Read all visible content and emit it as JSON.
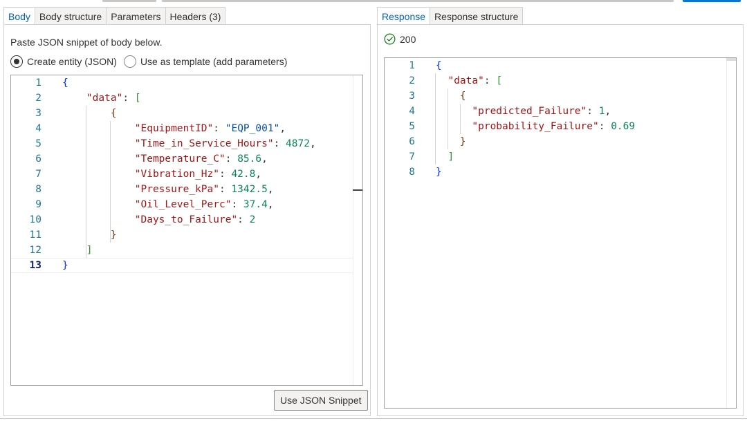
{
  "left_panel": {
    "tabs": [
      {
        "label": "Body",
        "active": true
      },
      {
        "label": "Body structure",
        "active": false
      },
      {
        "label": "Parameters",
        "active": false
      },
      {
        "label": "Headers (3)",
        "active": false
      }
    ],
    "hint": "Paste JSON snippet of body below.",
    "radio_create": {
      "label": "Create entity (JSON)",
      "checked": true
    },
    "radio_template": {
      "label": "Use as template (add parameters)",
      "checked": false
    },
    "editor": {
      "current_line": 13,
      "lines": [
        {
          "n": "1",
          "tokens": [
            [
              "b1",
              "{"
            ]
          ]
        },
        {
          "n": "2",
          "tokens": [
            [
              "p",
              "    "
            ],
            [
              "k",
              "\"data\""
            ],
            [
              "p",
              ": "
            ],
            [
              "b2",
              "["
            ]
          ]
        },
        {
          "n": "3",
          "tokens": [
            [
              "p",
              "        "
            ],
            [
              "b3",
              "{"
            ]
          ]
        },
        {
          "n": "4",
          "tokens": [
            [
              "p",
              "            "
            ],
            [
              "k",
              "\"EquipmentID\""
            ],
            [
              "p",
              ": "
            ],
            [
              "s",
              "\"EQP_001\""
            ],
            [
              "p",
              ","
            ]
          ]
        },
        {
          "n": "5",
          "tokens": [
            [
              "p",
              "            "
            ],
            [
              "k",
              "\"Time_in_Service_Hours\""
            ],
            [
              "p",
              ": "
            ],
            [
              "n",
              "4872"
            ],
            [
              "p",
              ","
            ]
          ]
        },
        {
          "n": "6",
          "tokens": [
            [
              "p",
              "            "
            ],
            [
              "k",
              "\"Temperature_C\""
            ],
            [
              "p",
              ": "
            ],
            [
              "n",
              "85.6"
            ],
            [
              "p",
              ","
            ]
          ]
        },
        {
          "n": "7",
          "tokens": [
            [
              "p",
              "            "
            ],
            [
              "k",
              "\"Vibration_Hz\""
            ],
            [
              "p",
              ": "
            ],
            [
              "n",
              "42.8"
            ],
            [
              "p",
              ","
            ]
          ]
        },
        {
          "n": "8",
          "tokens": [
            [
              "p",
              "            "
            ],
            [
              "k",
              "\"Pressure_kPa\""
            ],
            [
              "p",
              ": "
            ],
            [
              "n",
              "1342.5"
            ],
            [
              "p",
              ","
            ]
          ]
        },
        {
          "n": "9",
          "tokens": [
            [
              "p",
              "            "
            ],
            [
              "k",
              "\"Oil_Level_Perc\""
            ],
            [
              "p",
              ": "
            ],
            [
              "n",
              "37.4"
            ],
            [
              "p",
              ","
            ]
          ]
        },
        {
          "n": "10",
          "tokens": [
            [
              "p",
              "            "
            ],
            [
              "k",
              "\"Days_to_Failure\""
            ],
            [
              "p",
              ": "
            ],
            [
              "n",
              "2"
            ]
          ]
        },
        {
          "n": "11",
          "tokens": [
            [
              "p",
              "        "
            ],
            [
              "b3",
              "}"
            ]
          ]
        },
        {
          "n": "12",
          "tokens": [
            [
              "p",
              "    "
            ],
            [
              "b2",
              "]"
            ]
          ]
        },
        {
          "n": "13",
          "tokens": [
            [
              "b1",
              "}"
            ]
          ]
        }
      ]
    },
    "button_label": "Use JSON Snippet"
  },
  "right_panel": {
    "tabs": [
      {
        "label": "Response",
        "active": true
      },
      {
        "label": "Response structure",
        "active": false
      }
    ],
    "status_icon": "check-circle-icon",
    "status_code": "200",
    "editor": {
      "lines": [
        {
          "n": "1",
          "tokens": [
            [
              "b1",
              "{"
            ]
          ]
        },
        {
          "n": "2",
          "tokens": [
            [
              "p",
              "  "
            ],
            [
              "k",
              "\"data\""
            ],
            [
              "p",
              ": "
            ],
            [
              "b2",
              "["
            ]
          ]
        },
        {
          "n": "3",
          "tokens": [
            [
              "p",
              "    "
            ],
            [
              "b3",
              "{"
            ]
          ]
        },
        {
          "n": "4",
          "tokens": [
            [
              "p",
              "      "
            ],
            [
              "k",
              "\"predicted_Failure\""
            ],
            [
              "p",
              ": "
            ],
            [
              "n",
              "1"
            ],
            [
              "p",
              ","
            ]
          ]
        },
        {
          "n": "5",
          "tokens": [
            [
              "p",
              "      "
            ],
            [
              "k",
              "\"probability_Failure\""
            ],
            [
              "p",
              ": "
            ],
            [
              "n",
              "0.69"
            ]
          ]
        },
        {
          "n": "6",
          "tokens": [
            [
              "p",
              "    "
            ],
            [
              "b3",
              "}"
            ]
          ]
        },
        {
          "n": "7",
          "tokens": [
            [
              "p",
              "  "
            ],
            [
              "b2",
              "]"
            ]
          ]
        },
        {
          "n": "8",
          "tokens": [
            [
              "b1",
              "}"
            ]
          ]
        }
      ]
    }
  },
  "colors": {
    "accent": "#0078d4",
    "success": "#107c10"
  }
}
